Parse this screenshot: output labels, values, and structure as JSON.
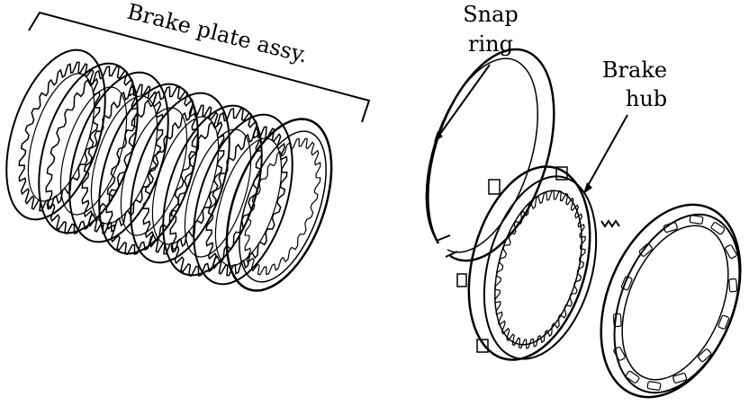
{
  "labels": {
    "brake_plate": "Brake plate assy.",
    "snap_ring": [
      "Snap",
      "ring"
    ],
    "brake_hub": [
      "Brake",
      "hub"
    ]
  },
  "colors": {
    "ink": "#000000",
    "paper": "#ffffff"
  }
}
